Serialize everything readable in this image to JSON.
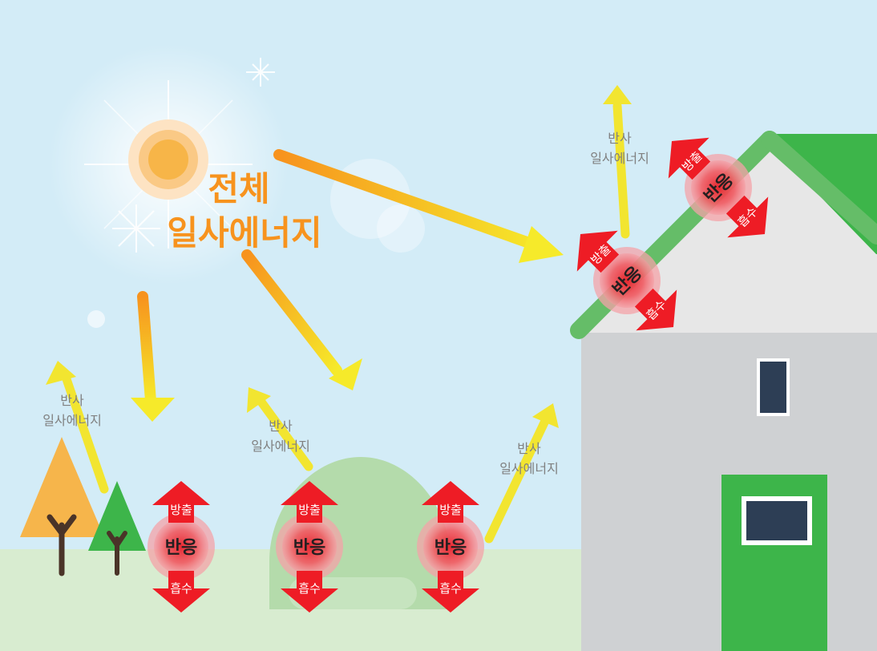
{
  "title": {
    "line1": "전체",
    "line2": "일사에너지",
    "color": "#f7931e"
  },
  "reflected_label": {
    "line1": "반사",
    "line2": "일사에너지"
  },
  "reaction": {
    "emit": "방출",
    "core": "반응",
    "absorb": "흡수"
  },
  "colors": {
    "sky": "#d3ecf7",
    "ground": "#d8ecd0",
    "sun": "#f7b548",
    "incoming_arrow": "#f7931e",
    "reflected_arrow": "#f2e530",
    "reaction_arrow": "#ee1c25",
    "house_wall": "#cfd1d3",
    "roof": "#65bd68",
    "roof_side": "#3db54a",
    "door": "#3db54a",
    "window": "#2d3e55",
    "label_text": "#808080"
  }
}
